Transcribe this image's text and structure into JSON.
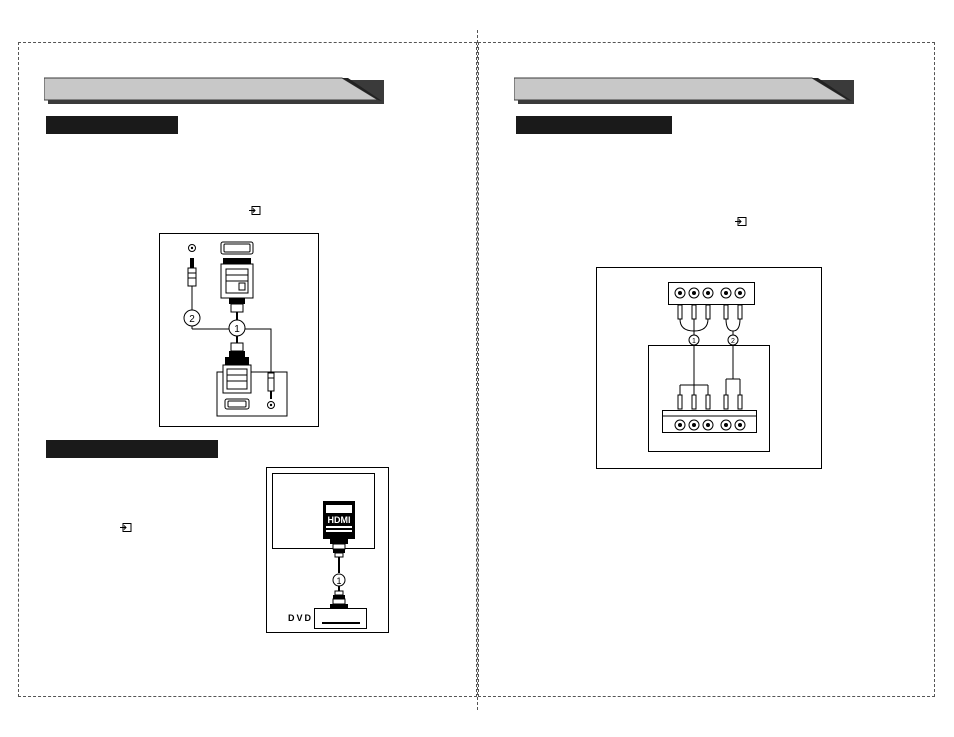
{
  "left_page": {
    "header_title": "",
    "section1_title": "",
    "section2_title": "",
    "diagram1": {
      "callouts": [
        "1",
        "2"
      ]
    },
    "diagram2": {
      "hdmi_label": "HDMI",
      "callout": "1",
      "device_label": "DVD"
    }
  },
  "right_page": {
    "header_title": "",
    "section1_title": "",
    "diagram": {
      "callouts": [
        "1",
        "2"
      ]
    }
  },
  "icons": {
    "input_source": "input-source-icon"
  },
  "colors": {
    "banner_fill": "#c8c8c8",
    "banner_shadow": "#3a3a3a",
    "section_bar": "#1a1a1a",
    "line": "#000000"
  }
}
